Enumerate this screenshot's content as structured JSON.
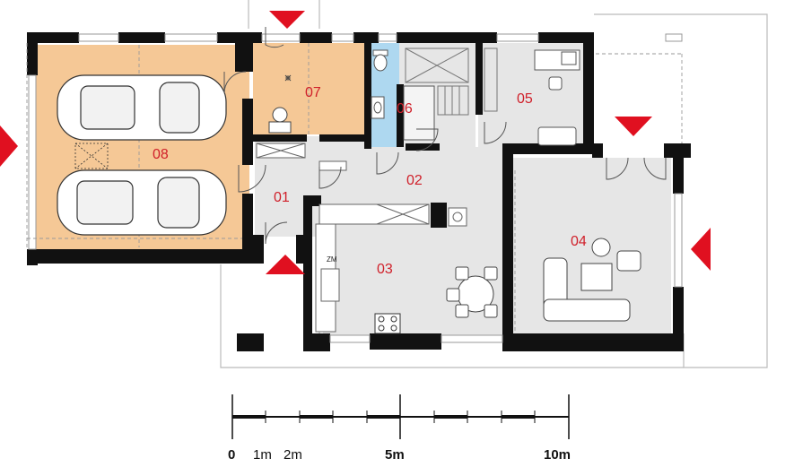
{
  "rooms": [
    {
      "id": "01",
      "label": "01"
    },
    {
      "id": "02",
      "label": "02"
    },
    {
      "id": "03",
      "label": "03"
    },
    {
      "id": "04",
      "label": "04"
    },
    {
      "id": "05",
      "label": "05"
    },
    {
      "id": "06",
      "label": "06"
    },
    {
      "id": "07",
      "label": "07"
    },
    {
      "id": "08",
      "label": "08"
    }
  ],
  "kitchen_marker": "ZM",
  "scale_bar": {
    "labels": [
      "0",
      "1m",
      "2m",
      "5m",
      "10m"
    ]
  },
  "colors": {
    "garage_fill": "#f5c896",
    "bathroom_fill": "#aed8f0",
    "floor_fill": "#e6e6e6",
    "wall": "#111111",
    "entrance_arrow": "#e01020",
    "room_label": "#d0202a"
  },
  "icons": [
    "entrance-arrow-icon",
    "car-icon",
    "sofa-icon",
    "dining-table-icon",
    "stove-icon",
    "sink-icon",
    "toilet-icon",
    "desk-icon"
  ]
}
